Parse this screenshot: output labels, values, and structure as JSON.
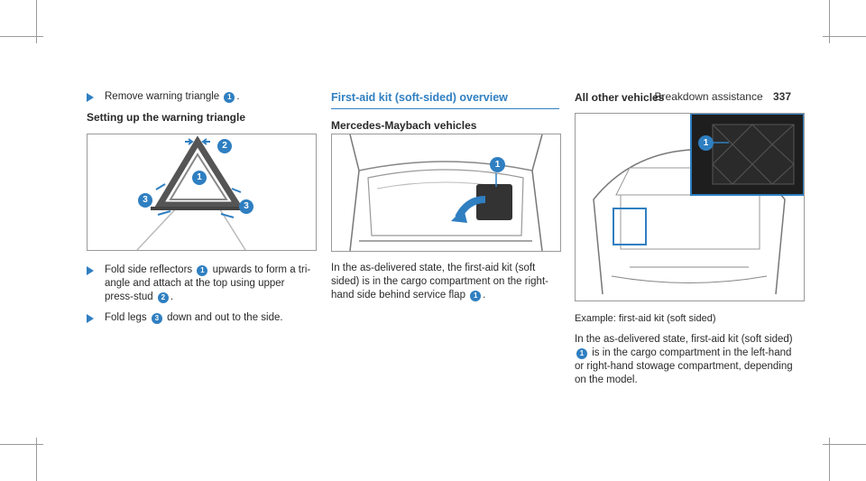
{
  "header": {
    "section": "Breakdown assistance",
    "page": "337"
  },
  "left": {
    "step1": {
      "pre": "Remove warning triangle",
      "num": "1",
      "post": "."
    },
    "heading": "Setting up the warning triangle",
    "figure_callouts": [
      "1",
      "2",
      "3",
      "3"
    ],
    "step2": {
      "a": "Fold side reflectors",
      "n1": "1",
      "b": "upwards to form a tri-angle and attach at the top using upper press-stud",
      "n2": "2",
      "c": "."
    },
    "step3": {
      "a": "Fold legs",
      "n1": "3",
      "b": "down and out to the side."
    }
  },
  "middle": {
    "heading": "First-aid kit (soft-sided) overview",
    "subheading": "Mercedes-Maybach vehicles",
    "figure_callout": "1",
    "para": {
      "a": "In the as-delivered state, the first-aid kit (soft sided) is in the cargo compartment on the right-hand side behind service flap",
      "n": "1",
      "b": "."
    }
  },
  "right": {
    "heading": "All other vehicles",
    "figure_callout": "1",
    "caption": "Example: first-aid kit (soft sided)",
    "para": {
      "a": "In the as-delivered state, first-aid kit (soft sided)",
      "n": "1",
      "b": "is in the cargo compartment in the left-hand or right-hand stowage compartment, depending on the model."
    }
  },
  "colors": {
    "accent": "#2f7fc1",
    "border": "#9a9a9a"
  }
}
